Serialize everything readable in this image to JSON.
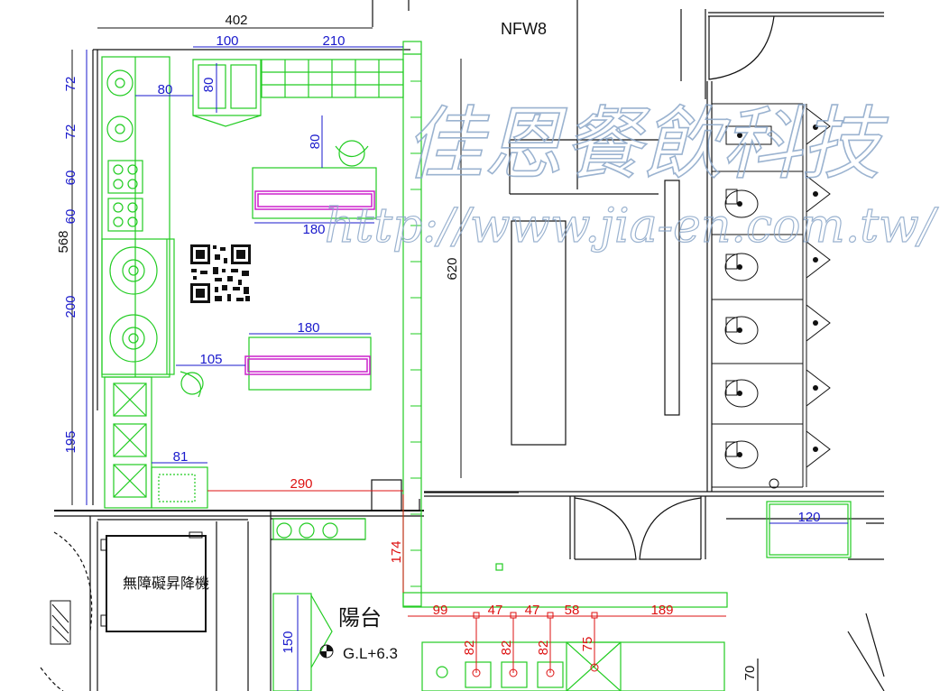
{
  "watermark": {
    "company": "佳恩餐飲科技",
    "url": "http://www.jia-en.com.tw/"
  },
  "labels": {
    "room_code": "NFW8",
    "lift": "無障礙昇降機",
    "balcony": "陽台",
    "level": "G.L+6.3"
  },
  "dimensions": {
    "overall_width": "402",
    "top_100": "100",
    "top_210": "210",
    "v_72a": "72",
    "v_72b": "72",
    "v_60a": "60",
    "v_60b": "60",
    "v_568": "568",
    "v_200": "200",
    "v_195": "195",
    "h_80_left": "80",
    "v_80_sink": "80",
    "v_80_gap": "80",
    "table_180_top": "180",
    "table_180_bottom": "180",
    "h_105": "105",
    "h_81": "81",
    "v_620": "620",
    "lift_120": "120",
    "v_150": "150",
    "v_70": "70"
  },
  "red_dimensions": {
    "h_290": "290",
    "v_174": "174",
    "seg_99": "99",
    "seg_47a": "47",
    "seg_47b": "47",
    "seg_58": "58",
    "seg_189": "189",
    "v_82a": "82",
    "v_82b": "82",
    "v_82c": "82",
    "v_75": "75"
  },
  "colors": {
    "equipment": "#22cc22",
    "dimension": "#1a1acc",
    "red_dimension": "#dd1111",
    "table": "#cc22cc",
    "wall": "#111111",
    "watermark": "#8aa6c8"
  }
}
